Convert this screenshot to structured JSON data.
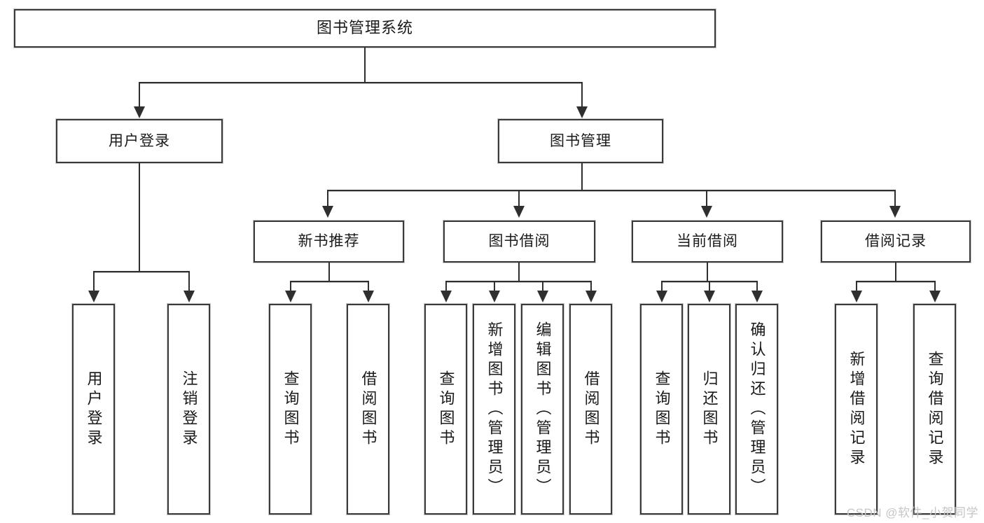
{
  "diagram": {
    "title": "图书管理系统",
    "type": "hierarchy-tree",
    "root": {
      "label": "图书管理系统"
    },
    "level2": [
      {
        "label": "用户登录"
      },
      {
        "label": "图书管理"
      }
    ],
    "level3": [
      {
        "label": "新书推荐"
      },
      {
        "label": "图书借阅"
      },
      {
        "label": "当前借阅"
      },
      {
        "label": "借阅记录"
      }
    ],
    "leaves": {
      "user_login": [
        {
          "label": "用户登录"
        },
        {
          "label": "注销登录"
        }
      ],
      "new_book_recommend": [
        {
          "label": "查询图书"
        },
        {
          "label": "借阅图书"
        }
      ],
      "book_borrow": [
        {
          "label": "查询图书"
        },
        {
          "label": "新增图书（管理员）"
        },
        {
          "label": "编辑图书（管理员）"
        },
        {
          "label": "借阅图书"
        }
      ],
      "current_borrow": [
        {
          "label": "查询图书"
        },
        {
          "label": "归还图书"
        },
        {
          "label": "确认归还（管理员）"
        }
      ],
      "borrow_record": [
        {
          "label": "新增借阅记录"
        },
        {
          "label": "查询借阅记录"
        }
      ]
    }
  },
  "watermark": {
    "text": "CSDN @软件_小贺同学"
  },
  "colors": {
    "box_border": "#3a3a3a",
    "box_shadow": "#c9c9c9",
    "line": "#2f2f2f",
    "text": "#1a1a1a",
    "background": "#ffffff",
    "watermark": "#c6c6c6"
  }
}
